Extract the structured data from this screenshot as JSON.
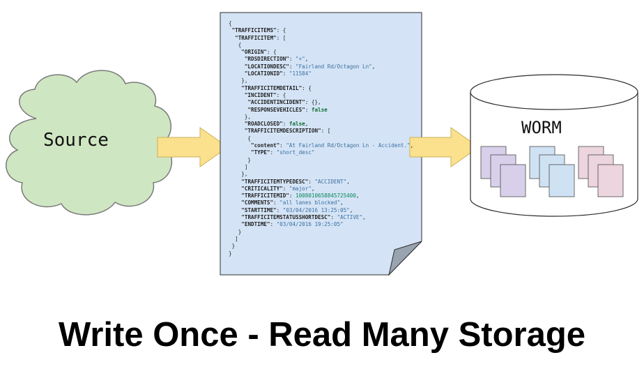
{
  "source": {
    "label": "Source",
    "fill": "#cfe6c2",
    "stroke": "#7a7a7a"
  },
  "storage": {
    "label": "WORM"
  },
  "caption": "Write Once - Read Many Storage",
  "colors": {
    "arrow": "#fbe08d",
    "doc": "#d4e4f6",
    "doc_fold": "#9aa3b0",
    "file_purple": "#d8d0ea",
    "file_blue": "#cfe2f3",
    "file_pink": "#ecd5de"
  },
  "json_lines": [
    [
      [
        "p",
        "{"
      ]
    ],
    [
      [
        "p",
        " "
      ],
      [
        "k",
        "\"TRAFFICITEMS\""
      ],
      [
        "p",
        ": {"
      ]
    ],
    [
      [
        "p",
        "  "
      ],
      [
        "k",
        "\"TRAFFICITEM\""
      ],
      [
        "p",
        ": ["
      ]
    ],
    [
      [
        "p",
        "   {"
      ]
    ],
    [
      [
        "p",
        "    "
      ],
      [
        "k",
        "\"ORIGIN\""
      ],
      [
        "p",
        ": {"
      ]
    ],
    [
      [
        "p",
        "     "
      ],
      [
        "k",
        "\"RDSDIRECTION\""
      ],
      [
        "p",
        ": "
      ],
      [
        "s",
        "\"+\""
      ],
      [
        "p",
        ","
      ]
    ],
    [
      [
        "p",
        "     "
      ],
      [
        "k",
        "\"LOCATIONDESC\""
      ],
      [
        "p",
        ": "
      ],
      [
        "s",
        "\"Fairland Rd/Octagon Ln\""
      ],
      [
        "p",
        ","
      ]
    ],
    [
      [
        "p",
        "     "
      ],
      [
        "k",
        "\"LOCATIONID\""
      ],
      [
        "p",
        ": "
      ],
      [
        "s",
        "\"11584\""
      ]
    ],
    [
      [
        "p",
        "    },"
      ]
    ],
    [
      [
        "p",
        "    "
      ],
      [
        "k",
        "\"TRAFFICITEMDETAIL\""
      ],
      [
        "p",
        ": {"
      ]
    ],
    [
      [
        "p",
        "     "
      ],
      [
        "k",
        "\"INCIDENT\""
      ],
      [
        "p",
        ": {"
      ]
    ],
    [
      [
        "p",
        "      "
      ],
      [
        "k",
        "\"ACCIDENTINCIDENT\""
      ],
      [
        "p",
        ": {},"
      ]
    ],
    [
      [
        "p",
        "      "
      ],
      [
        "k",
        "\"RESPONSEVEHICLES\""
      ],
      [
        "p",
        ": "
      ],
      [
        "b",
        "false"
      ]
    ],
    [
      [
        "p",
        "     },"
      ]
    ],
    [
      [
        "p",
        "     "
      ],
      [
        "k",
        "\"ROADCLOSED\""
      ],
      [
        "p",
        ": "
      ],
      [
        "b",
        "false"
      ],
      [
        "p",
        ","
      ]
    ],
    [
      [
        "p",
        "     "
      ],
      [
        "k",
        "\"TRAFFICITEMDESCRIPTION\""
      ],
      [
        "p",
        ": ["
      ]
    ],
    [
      [
        "p",
        "      {"
      ]
    ],
    [
      [
        "p",
        "       "
      ],
      [
        "k",
        "\"content\""
      ],
      [
        "p",
        ": "
      ],
      [
        "s",
        "\"At Fairland Rd/Octagon Ln - Accident.\""
      ],
      [
        "p",
        ","
      ]
    ],
    [
      [
        "p",
        "       "
      ],
      [
        "k",
        "\"TYPE\""
      ],
      [
        "p",
        ": "
      ],
      [
        "s",
        "\"short_desc\""
      ]
    ],
    [
      [
        "p",
        "      }"
      ]
    ],
    [
      [
        "p",
        "     ]"
      ]
    ],
    [
      [
        "p",
        "    },"
      ]
    ],
    [
      [
        "p",
        "    "
      ],
      [
        "k",
        "\"TRAFFICITEMTYPEDESC\""
      ],
      [
        "p",
        ": "
      ],
      [
        "s",
        "\"ACCIDENT\""
      ],
      [
        "p",
        ","
      ]
    ],
    [
      [
        "p",
        "    "
      ],
      [
        "k",
        "\"CRITICALITY\""
      ],
      [
        "p",
        ": "
      ],
      [
        "s",
        "\"major\""
      ],
      [
        "p",
        ","
      ]
    ],
    [
      [
        "p",
        "    "
      ],
      [
        "k",
        "\"TRAFFICITEMID\""
      ],
      [
        "p",
        ": "
      ],
      [
        "n",
        "1008010658845725400"
      ],
      [
        "p",
        ","
      ]
    ],
    [
      [
        "p",
        "    "
      ],
      [
        "k",
        "\"COMMENTS\""
      ],
      [
        "p",
        ": "
      ],
      [
        "s",
        "\"all lanes blocked\""
      ],
      [
        "p",
        ","
      ]
    ],
    [
      [
        "p",
        "    "
      ],
      [
        "k",
        "\"STARTTIME\""
      ],
      [
        "p",
        ": "
      ],
      [
        "s",
        "\"03/04/2016 13:25:05\""
      ],
      [
        "p",
        ","
      ]
    ],
    [
      [
        "p",
        "    "
      ],
      [
        "k",
        "\"TRAFFICITEMSTATUSSHORTDESC\""
      ],
      [
        "p",
        ": "
      ],
      [
        "s",
        "\"ACTIVE\""
      ],
      [
        "p",
        ","
      ]
    ],
    [
      [
        "p",
        "    "
      ],
      [
        "k",
        "\"ENDTIME\""
      ],
      [
        "p",
        ": "
      ],
      [
        "s",
        "\"03/04/2016 19:25:05\""
      ]
    ],
    [
      [
        "p",
        "   }"
      ]
    ],
    [
      [
        "p",
        "  ]"
      ]
    ],
    [
      [
        "p",
        " }"
      ]
    ],
    [
      [
        "p",
        "}"
      ]
    ]
  ]
}
